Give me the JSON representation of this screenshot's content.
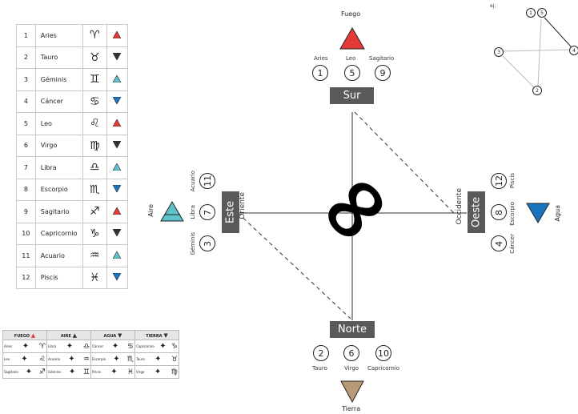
{
  "colors": {
    "fire": "#e53b36",
    "air": "#5fc1cc",
    "water": "#1a74c2",
    "earth": "#b89a78",
    "dark_tri": "#333333"
  },
  "zodiac": [
    {
      "n": "1",
      "name": "Aries",
      "symbol": "♈",
      "element": "fire"
    },
    {
      "n": "2",
      "name": "Tauro",
      "symbol": "♉",
      "element": "earth"
    },
    {
      "n": "3",
      "name": "Géminis",
      "symbol": "♊",
      "element": "air"
    },
    {
      "n": "4",
      "name": "Cáncer",
      "symbol": "♋",
      "element": "water"
    },
    {
      "n": "5",
      "name": "Leo",
      "symbol": "♌",
      "element": "fire"
    },
    {
      "n": "6",
      "name": "Virgo",
      "symbol": "♍",
      "element": "earth"
    },
    {
      "n": "7",
      "name": "Libra",
      "symbol": "♎",
      "element": "air"
    },
    {
      "n": "8",
      "name": "Escorpio",
      "symbol": "♏",
      "element": "water"
    },
    {
      "n": "9",
      "name": "Sagitario",
      "symbol": "♐",
      "element": "fire"
    },
    {
      "n": "10",
      "name": "Capricornio",
      "symbol": "♑",
      "element": "earth"
    },
    {
      "n": "11",
      "name": "Acuario",
      "symbol": "♒",
      "element": "air"
    },
    {
      "n": "12",
      "name": "Piscis",
      "symbol": "♓",
      "element": "water"
    }
  ],
  "elements_table": {
    "headers": [
      "FUEGO",
      "AIRE",
      "AGUA",
      "TIERRA"
    ],
    "rows": [
      [
        {
          "name": "Aries",
          "sym": "♈"
        },
        {
          "name": "Libra",
          "sym": "♎"
        },
        {
          "name": "Cáncer",
          "sym": "♋"
        },
        {
          "name": "Capricornio",
          "sym": "♑"
        }
      ],
      [
        {
          "name": "Leo",
          "sym": "♌"
        },
        {
          "name": "Acuario",
          "sym": "♒"
        },
        {
          "name": "Escorpio",
          "sym": "♏"
        },
        {
          "name": "Tauro",
          "sym": "♉"
        }
      ],
      [
        {
          "name": "Sagitario",
          "sym": "♐"
        },
        {
          "name": "Géminis",
          "sym": "♊"
        },
        {
          "name": "Piscis",
          "sym": "♓"
        },
        {
          "name": "Virgo",
          "sym": "♍"
        }
      ]
    ]
  },
  "directions": {
    "sur": {
      "label": "Sur",
      "element": "Fuego",
      "signs": [
        {
          "n": "1",
          "name": "Aries"
        },
        {
          "n": "5",
          "name": "Leo"
        },
        {
          "n": "9",
          "name": "Sagitario"
        }
      ]
    },
    "norte": {
      "label": "Norte",
      "element": "Tierra",
      "signs": [
        {
          "n": "2",
          "name": "Tauro"
        },
        {
          "n": "6",
          "name": "Virgo"
        },
        {
          "n": "10",
          "name": "Capricornio"
        }
      ]
    },
    "este": {
      "label": "Este",
      "sub": "Oriente",
      "element": "Aire",
      "signs": [
        {
          "n": "11",
          "name": "Acuario"
        },
        {
          "n": "7",
          "name": "Libra"
        },
        {
          "n": "3",
          "name": "Géminis"
        }
      ]
    },
    "oeste": {
      "label": "Oeste",
      "sub": "Occidente",
      "element": "Agua",
      "signs": [
        {
          "n": "12",
          "name": "Piscis"
        },
        {
          "n": "8",
          "name": "Escorpio"
        },
        {
          "n": "4",
          "name": "Cáncer"
        }
      ]
    }
  },
  "example": {
    "label": "ej:",
    "nodes": [
      "1",
      "5",
      "4",
      "2",
      "3"
    ]
  },
  "center_symbol": "∞"
}
